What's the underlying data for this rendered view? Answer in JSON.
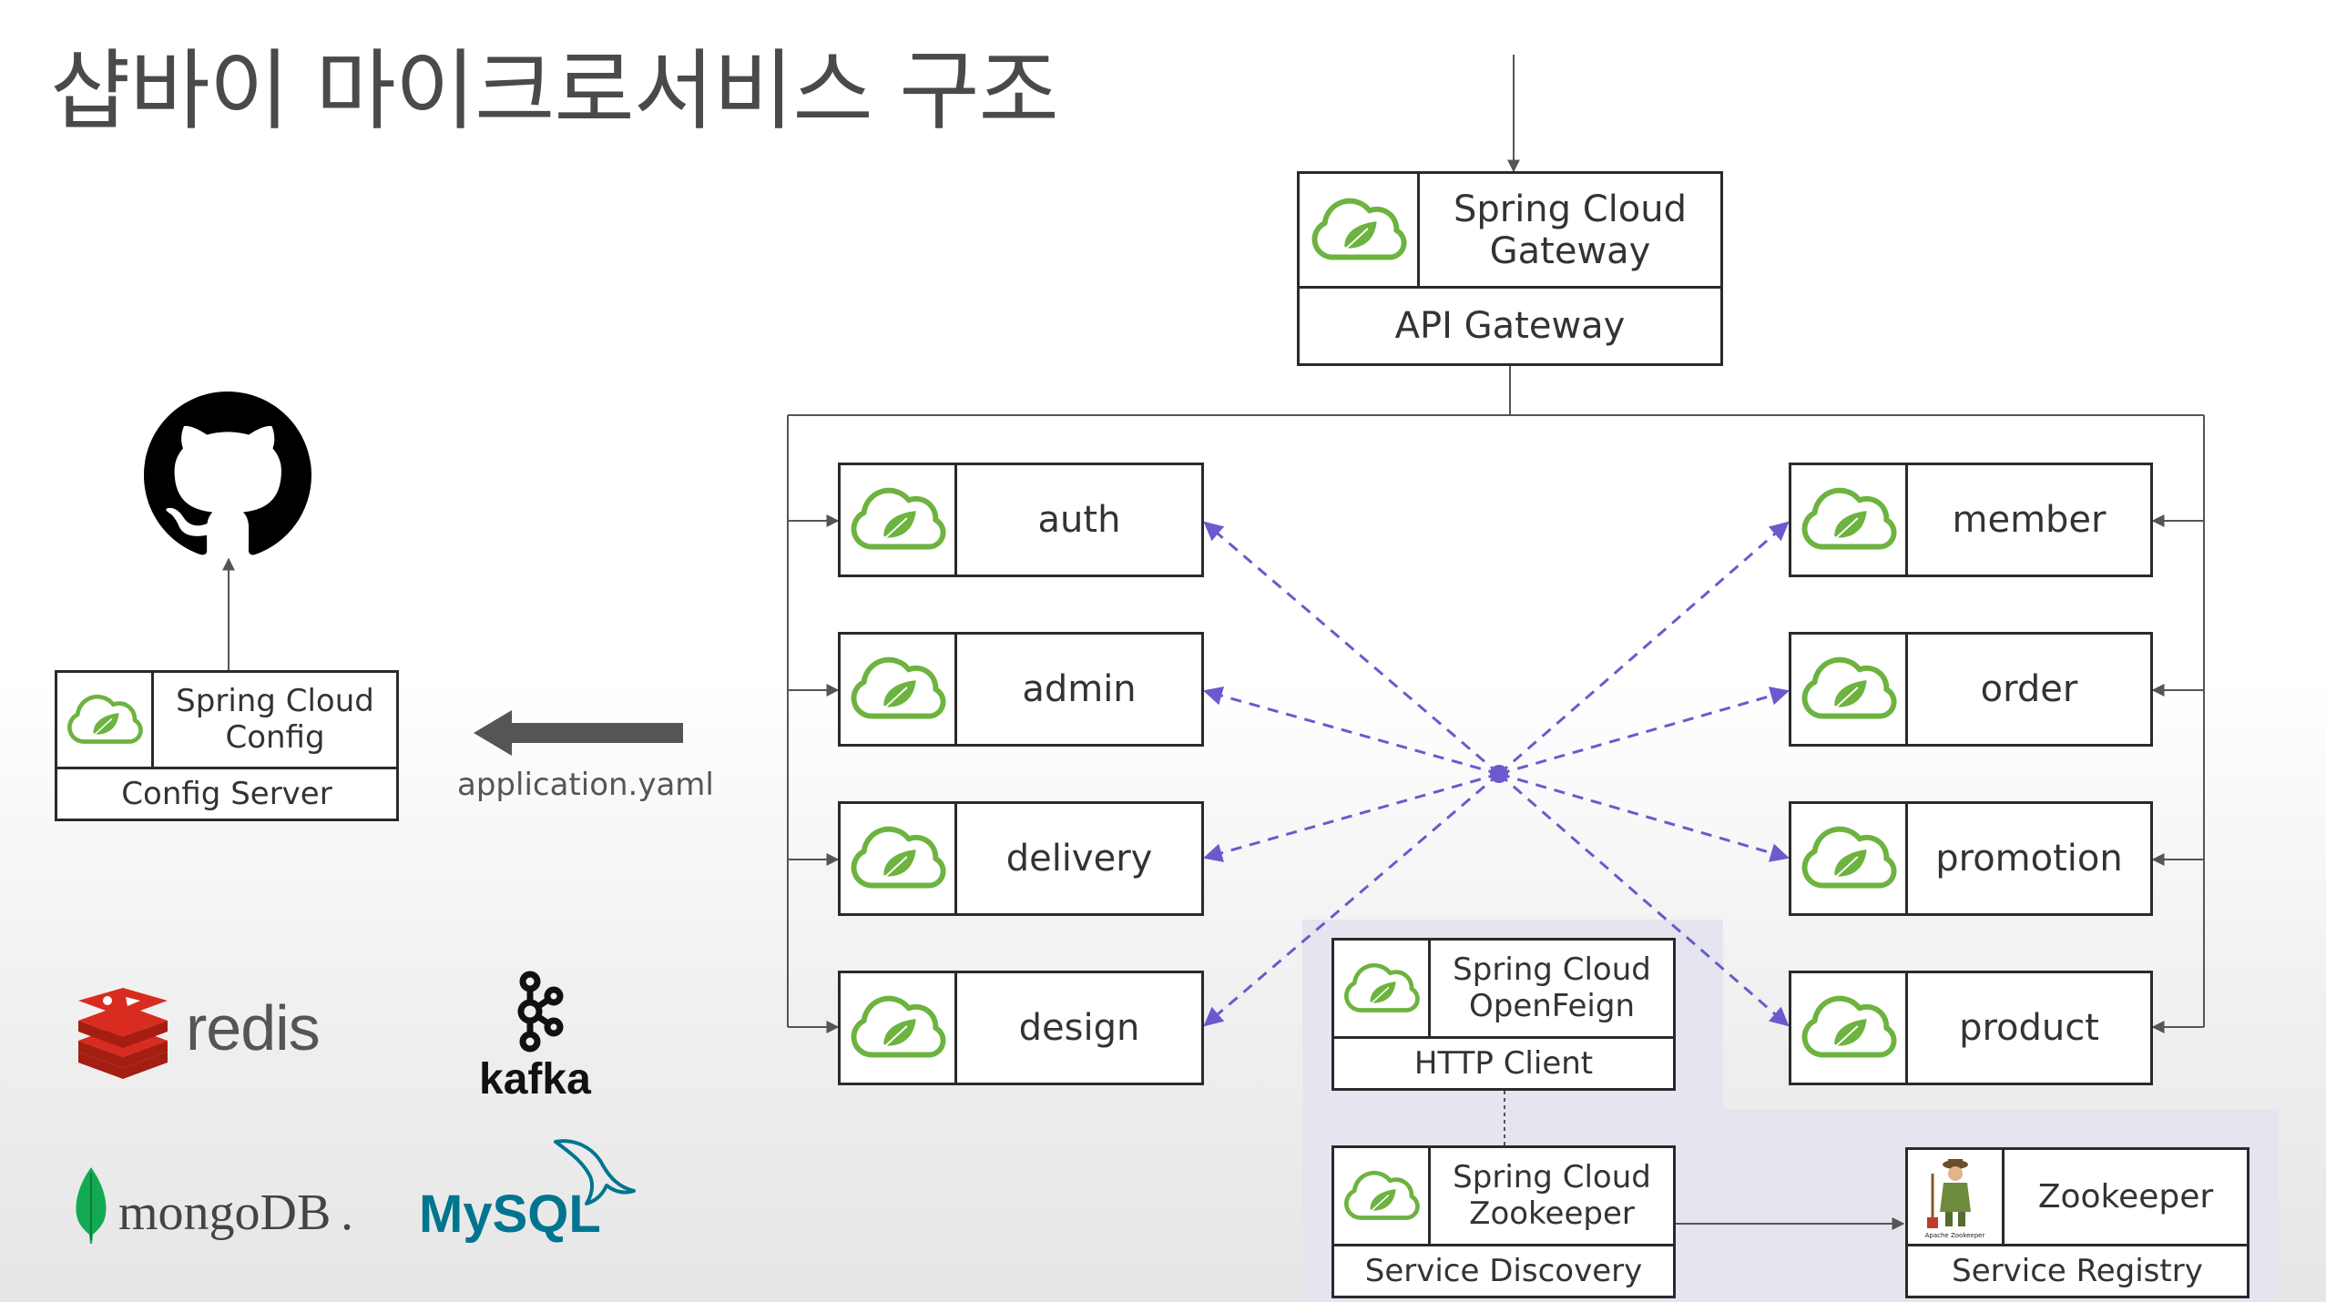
{
  "title": "샵바이 마이크로서비스 구조",
  "gateway": {
    "name_line1": "Spring Cloud",
    "name_line2": "Gateway",
    "role": "API Gateway"
  },
  "config": {
    "name_line1": "Spring Cloud",
    "name_line2": "Config",
    "role": "Config Server"
  },
  "config_file_label": "application.yaml",
  "openfeign": {
    "name_line1": "Spring Cloud",
    "name_line2": "OpenFeign",
    "role": "HTTP Client"
  },
  "discovery": {
    "name_line1": "Spring Cloud",
    "name_line2": "Zookeeper",
    "role": "Service Discovery"
  },
  "registry": {
    "name": "Zookeeper",
    "role": "Service Registry",
    "icon_caption": "Apache Zookeeper"
  },
  "services_left": [
    "auth",
    "admin",
    "delivery",
    "design"
  ],
  "services_right": [
    "member",
    "order",
    "promotion",
    "product"
  ],
  "tech_logos": {
    "redis": "redis",
    "kafka": "kafka",
    "mongodb": "mongoDB",
    "mongodb_mark": ".",
    "mysql": "MySQL"
  },
  "icons": [
    "spring-leaf-icon",
    "github-icon",
    "arrow-left-icon",
    "zookeeper-icon"
  ],
  "colors": {
    "spring_green": "#6db33f",
    "dashed_link": "#6a5acd",
    "shade": "#e4e5ef",
    "border": "#2a2a2a",
    "redis_red": "#d82c20",
    "mongo_green": "#13aa52",
    "mysql_blue": "#00758f",
    "mysql_orange": "#f29111"
  }
}
